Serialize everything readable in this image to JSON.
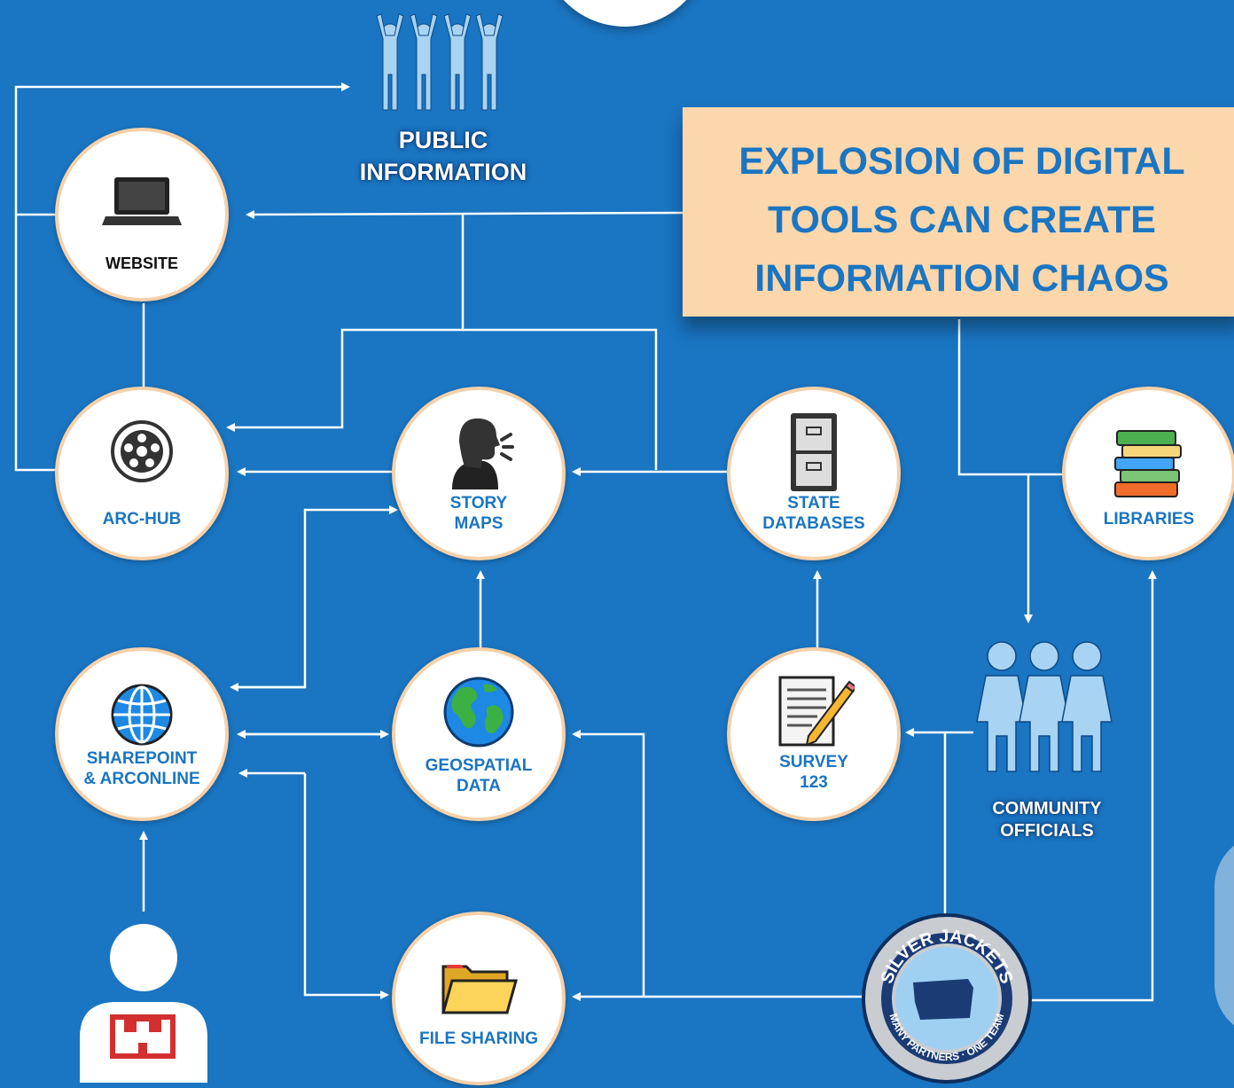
{
  "title": "EXPLOSION OF DIGITAL TOOLS CAN CREATE INFORMATION CHAOS",
  "title_lines": [
    "EXPLOSION OF DIGITAL",
    "TOOLS CAN CREATE",
    "INFORMATION CHAOS"
  ],
  "colors": {
    "background": "#1a75c2",
    "callout": "#fbd7ab",
    "node_border": "#f7d1a9",
    "label_blue": "#1a75c2"
  },
  "nodes": {
    "website": {
      "label": "WEBSITE",
      "icon": "laptop-icon"
    },
    "arc_hub": {
      "label": "ARC-HUB",
      "icon": "wheel-icon"
    },
    "story_maps": {
      "label_lines": [
        "STORY",
        "MAPS"
      ],
      "icon": "speaking-head-icon"
    },
    "state_databases": {
      "label_lines": [
        "STATE",
        "DATABASES"
      ],
      "icon": "file-cabinet-icon"
    },
    "libraries": {
      "label": "LIBRARIES",
      "icon": "books-icon"
    },
    "sharepoint": {
      "label_lines": [
        "SHAREPOINT",
        "& ARCONLINE"
      ],
      "icon": "globe-grid-icon"
    },
    "geospatial": {
      "label_lines": [
        "GEOSPATIAL",
        "DATA"
      ],
      "icon": "earth-globe-icon"
    },
    "survey": {
      "label_lines": [
        "SURVEY",
        "123"
      ],
      "icon": "survey-memo-icon"
    },
    "file_sharing": {
      "label": "FILE SHARING",
      "icon": "folder-icon"
    }
  },
  "actors": {
    "public_information": {
      "label_lines": [
        "PUBLIC",
        "INFORMATION"
      ],
      "icon": "cheering-people-icon"
    },
    "community_officials": {
      "label_lines": [
        "COMMUNITY",
        "OFFICIALS"
      ],
      "icon": "three-people-icon"
    },
    "usace_person": {
      "icon": "castle-person-icon"
    }
  },
  "seal": {
    "top_text": "SILVER JACKETS",
    "bottom_text": "MANY PARTNERS · ONE TEAM",
    "icon": "oregon-puzzle-seal"
  }
}
